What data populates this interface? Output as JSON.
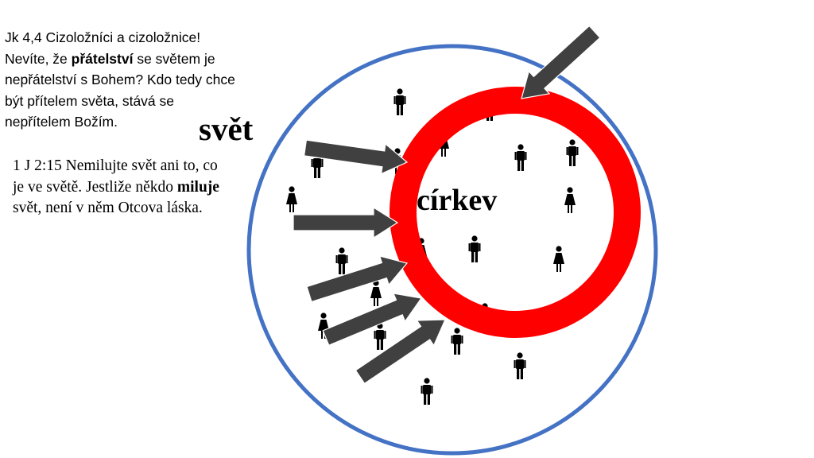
{
  "colors": {
    "world_circle": "#4472c4",
    "church_ring": "#ff0000",
    "arrows": "#404040",
    "people": "#000000",
    "text": "#000000"
  },
  "labels": {
    "world": "svět",
    "church": "církev"
  },
  "verse_james": {
    "ref": "Jk 4,4 Cizoložníci a cizoložnice!",
    "text_before": "Nevíte, že ",
    "emphasis": "přátelství",
    "text_after": " se světem je nepřátelství s Bohem? Kdo tedy chce být přítelem světa, stává se nepřítelem Božím."
  },
  "verse_john": {
    "text_before": "1 J 2:15 Nemilujte svět ani to, co je ve světě. Jestliže někdo ",
    "emphasis": "miluje",
    "text_after": " svět, není v něm Otcova láska."
  },
  "figures": [
    {
      "kind": "man"
    },
    {
      "kind": "man"
    },
    {
      "kind": "woman"
    },
    {
      "kind": "man"
    },
    {
      "kind": "woman"
    },
    {
      "kind": "man"
    },
    {
      "kind": "woman"
    },
    {
      "kind": "woman"
    },
    {
      "kind": "woman"
    },
    {
      "kind": "man"
    },
    {
      "kind": "man"
    },
    {
      "kind": "woman"
    },
    {
      "kind": "man"
    },
    {
      "kind": "woman"
    },
    {
      "kind": "man"
    },
    {
      "kind": "man"
    },
    {
      "kind": "man"
    },
    {
      "kind": "man"
    },
    {
      "kind": "woman"
    },
    {
      "kind": "man"
    }
  ],
  "arrows": [
    {
      "name": "arrow-top-right"
    },
    {
      "name": "arrow-left-1"
    },
    {
      "name": "arrow-left-2"
    },
    {
      "name": "arrow-left-3"
    },
    {
      "name": "arrow-left-4"
    },
    {
      "name": "arrow-left-5"
    }
  ]
}
